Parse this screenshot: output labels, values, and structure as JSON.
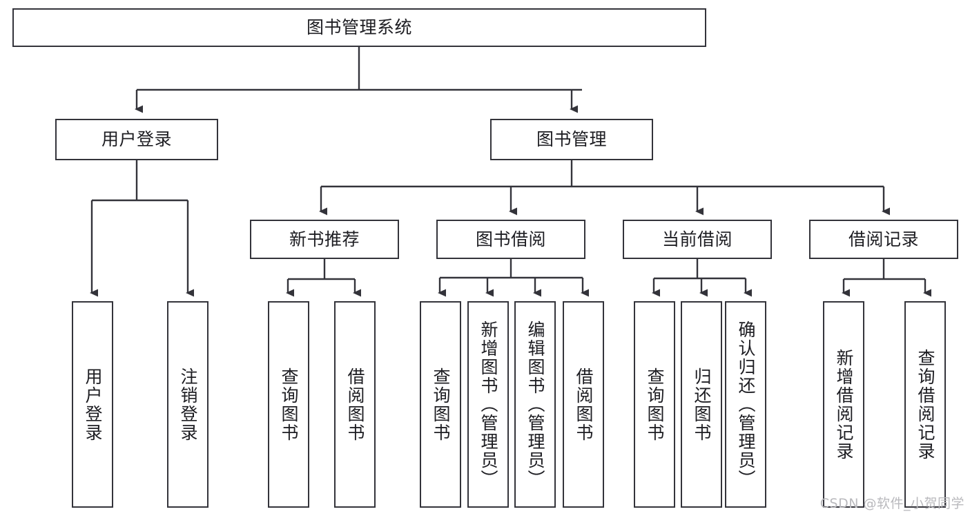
{
  "diagram": {
    "type": "tree-hierarchy-chart",
    "title": "图书管理系统",
    "watermark": "CSDN @软件_小贺同学",
    "colors": {
      "box_border": "#33333a",
      "box_fill": "#ffffff",
      "edge": "#33333a",
      "text": "#1d1d22",
      "watermark": "#b9b9bd",
      "background": "#ffffff"
    },
    "levels": {
      "root": {
        "label": "图书管理系统"
      },
      "level2": [
        {
          "label": "用户登录"
        },
        {
          "label": "图书管理"
        }
      ],
      "level3": [
        {
          "label": "新书推荐"
        },
        {
          "label": "图书借阅"
        },
        {
          "label": "当前借阅"
        },
        {
          "label": "借阅记录"
        }
      ],
      "leaves_user_login": [
        {
          "label": "用户登录"
        },
        {
          "label": "注销登录"
        }
      ],
      "leaves_new_book": [
        {
          "label": "查询图书"
        },
        {
          "label": "借阅图书"
        }
      ],
      "leaves_book_borrow": [
        {
          "label": "查询图书"
        },
        {
          "label": "新增图书（管理员）"
        },
        {
          "label": "编辑图书（管理员）"
        },
        {
          "label": "借阅图书"
        }
      ],
      "leaves_current_borrow": [
        {
          "label": "查询图书"
        },
        {
          "label": "归还图书"
        },
        {
          "label": "确认归还（管理员）"
        }
      ],
      "leaves_borrow_record": [
        {
          "label": "新增借阅记录"
        },
        {
          "label": "查询借阅记录"
        }
      ]
    }
  }
}
